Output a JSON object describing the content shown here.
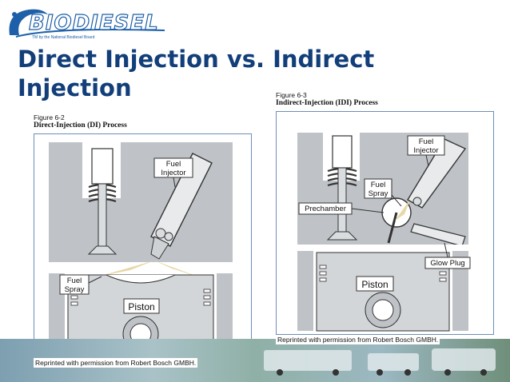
{
  "logo": {
    "word_bio": "BIO",
    "word_diesel": "DIESEL",
    "tagline": "TM by the National Biodiesel Board"
  },
  "slide": {
    "title_line1": "Direct Injection vs. Indirect",
    "title_line2": "Injection"
  },
  "figure_left": {
    "number": "Figure 6-2",
    "caption": "Direct-Injection (DI) Process",
    "labels": {
      "fuel_injector_1": "Fuel",
      "fuel_injector_2": "Injector",
      "fuel_spray_1": "Fuel",
      "fuel_spray_2": "Spray",
      "piston": "Piston"
    },
    "credit": "Reprinted with permission from Robert Bosch GMBH."
  },
  "figure_right": {
    "number": "Figure 6-3",
    "caption": "Indirect-Injection (IDI) Process",
    "labels": {
      "fuel_injector_1": "Fuel",
      "fuel_injector_2": "Injector",
      "fuel_spray_1": "Fuel",
      "fuel_spray_2": "Spray",
      "prechamber": "Prechamber",
      "glow_plug": "Glow Plug",
      "piston": "Piston"
    },
    "credit": "Reprinted with permission from Robert Bosch GMBH."
  },
  "colors": {
    "title": "#123e7a",
    "frame_border": "#6b8fb9",
    "engine_gray": "#bfc3c7",
    "engine_dark": "#8e9398",
    "spray": "#e8d7a8",
    "logo_blue": "#1d5fa8"
  }
}
